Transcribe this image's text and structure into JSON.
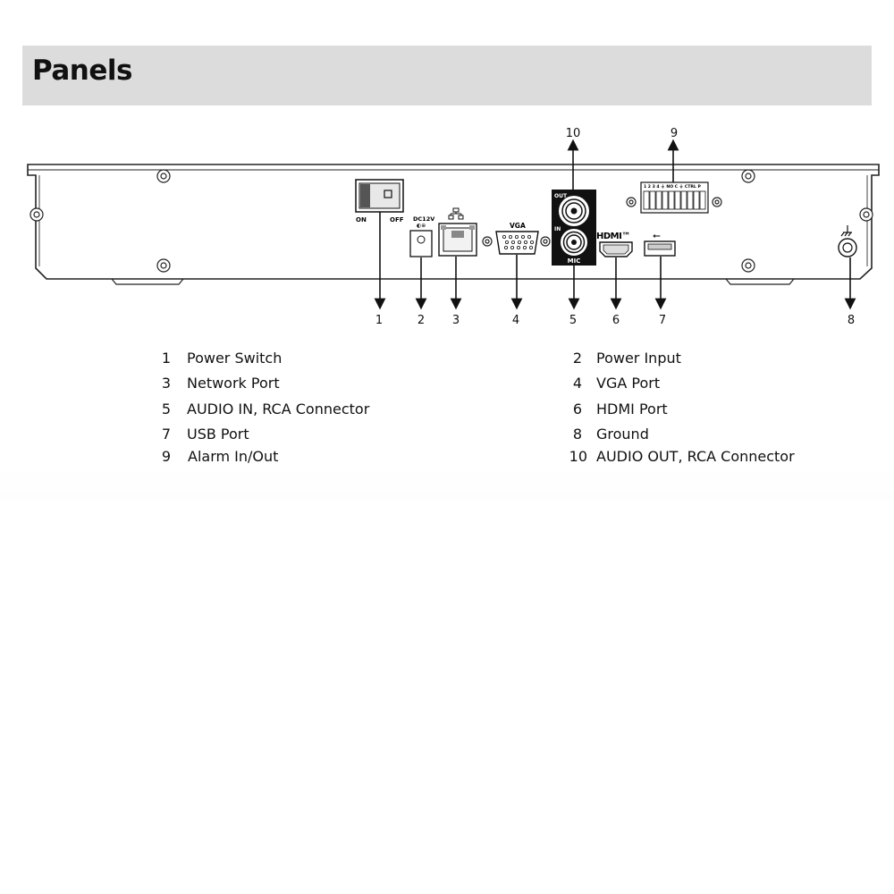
{
  "header": {
    "title": "Panels"
  },
  "panel": {
    "switch_on": "ON",
    "switch_off": "OFF",
    "dc_label": "DC12V",
    "vga_label": "VGA",
    "out_label": "OUT",
    "in_label": "IN",
    "mic_label": "MIC",
    "hdmi_label": "HDMI™",
    "alarm_terminal_label": "1 2 3 4 ⏚ NO C ⏚ CTRL P"
  },
  "callouts": [
    "1",
    "2",
    "3",
    "4",
    "5",
    "6",
    "7",
    "8",
    "9",
    "10"
  ],
  "legend": [
    {
      "num": "1",
      "label": "Power Switch"
    },
    {
      "num": "2",
      "label": "Power Input"
    },
    {
      "num": "3",
      "label": "Network Port"
    },
    {
      "num": "4",
      "label": "VGA Port"
    },
    {
      "num": "5",
      "label": "AUDIO IN, RCA Connector"
    },
    {
      "num": "6",
      "label": "HDMI Port"
    },
    {
      "num": "7",
      "label": "USB Port"
    },
    {
      "num": "8",
      "label": "Ground"
    },
    {
      "num": "9",
      "label": "Alarm In/Out"
    },
    {
      "num": "10",
      "label": "AUDIO OUT, RCA Connector"
    }
  ]
}
